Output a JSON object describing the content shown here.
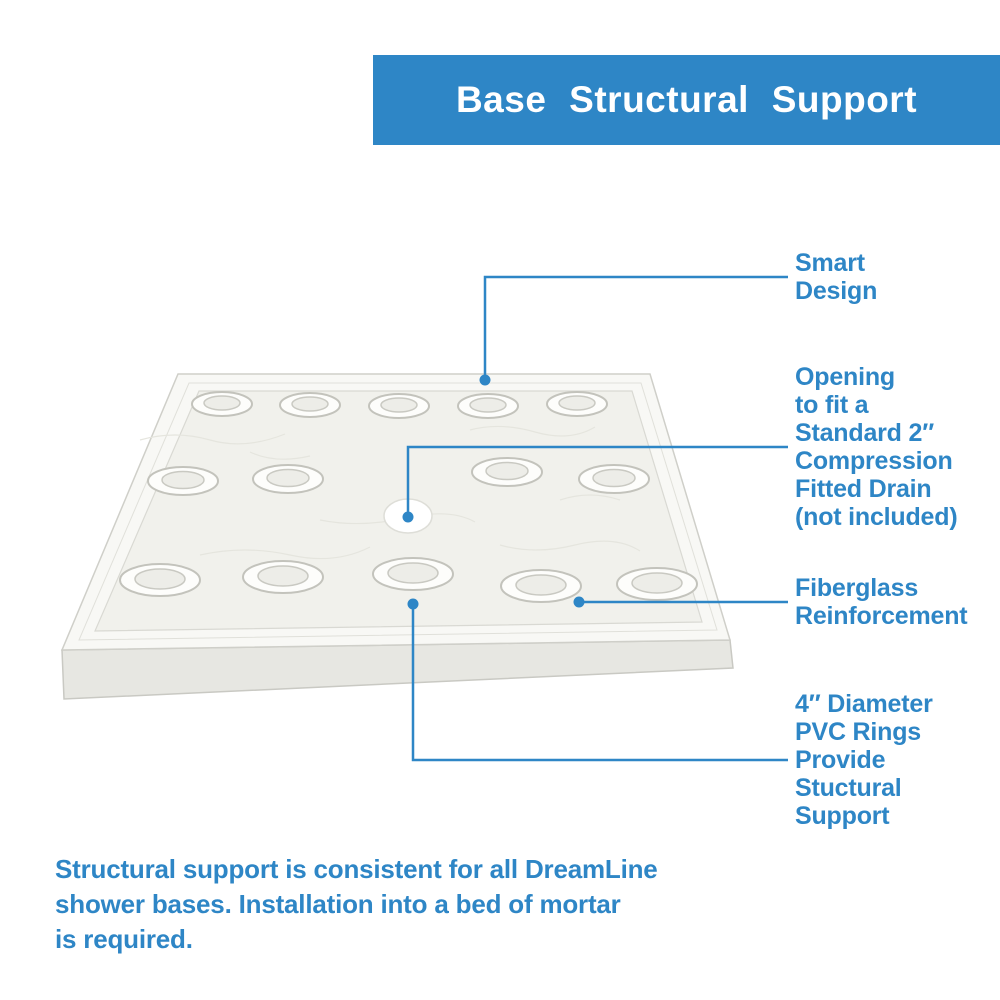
{
  "colors": {
    "accent_blue": "#2e86c6",
    "banner_text": "#ffffff",
    "base_surface": "#f1f1ec",
    "base_rim": "#f8f8f5",
    "base_wall": "#e7e7e2"
  },
  "banner": {
    "title": "Base Structural Support"
  },
  "callouts": {
    "smart_design": {
      "label": "Smart\nDesign"
    },
    "drain_opening": {
      "label": "Opening\nto fit a\nStandard 2″\nCompression\nFitted Drain\n(not included)"
    },
    "fiberglass": {
      "label": "Fiberglass\nReinforcement"
    },
    "pvc_rings": {
      "label": "4″ Diameter\nPVC Rings\nProvide\nStuctural\nSupport"
    }
  },
  "footer": {
    "text": "Structural support is consistent for all DreamLine\nshower bases. Installation into a bed of mortar\nis required."
  }
}
